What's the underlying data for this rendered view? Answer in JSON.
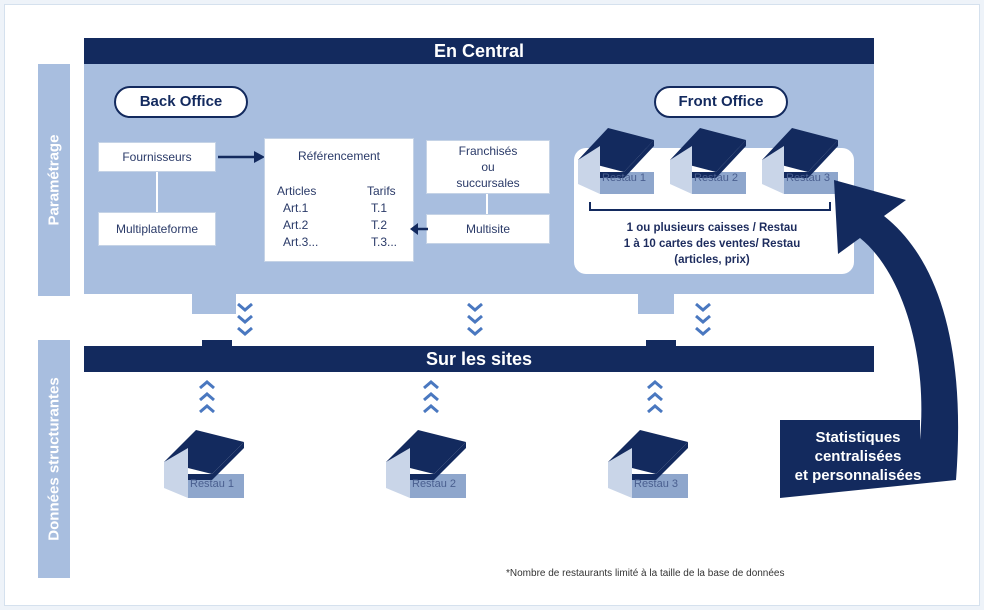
{
  "header": {
    "title": "En Central"
  },
  "side_labels": {
    "top": "Paramétrage",
    "bottom": "Données structurantes"
  },
  "sites_bar": {
    "title": "Sur les sites"
  },
  "back_office": {
    "label": "Back Office"
  },
  "front_office": {
    "label": "Front Office"
  },
  "boxes": {
    "fournisseurs": "Fournisseurs",
    "multiplateforme": "Multiplateforme",
    "referencement": "Référencement",
    "articles_header": "Articles",
    "tarifs_header": "Tarifs",
    "articles": [
      "Art.1",
      "Art.2",
      "Art.3..."
    ],
    "tarifs": [
      "T.1",
      "T.2",
      "T.3..."
    ],
    "franchises": [
      "Franchisés",
      "ou",
      "succursales"
    ],
    "multisite": "Multisite"
  },
  "front_houses": [
    "Restau 1",
    "Restau 2",
    "Restau 3"
  ],
  "front_text": [
    "1 ou plusieurs caisses / Restau",
    "1 à 10 cartes des ventes/ Restau",
    "(articles, prix)"
  ],
  "site_houses": [
    "Restau 1",
    "Restau 2",
    "Restau 3"
  ],
  "stats": [
    "Statistiques",
    "centralisées",
    "et personnalisées"
  ],
  "footnote": "*Nombre de restaurants limité à la taille de la base de données",
  "colors": {
    "navy": "#132a5e",
    "panel": "#a8bedf",
    "light": "#d6e2f1"
  }
}
